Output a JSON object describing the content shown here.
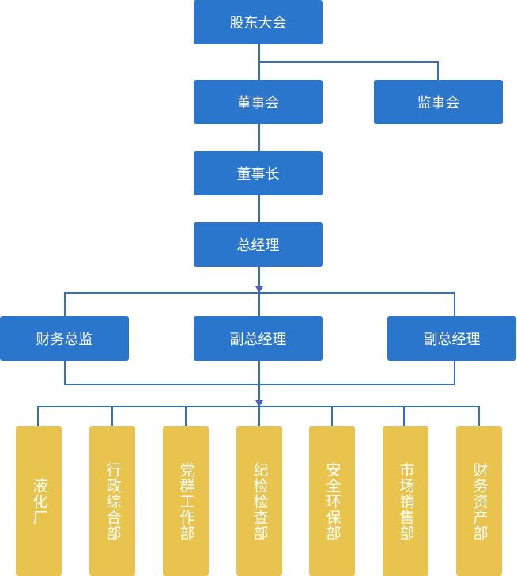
{
  "colors": {
    "manager_box": "#2a76cc",
    "department_box": "#e8c44e",
    "connector": "#2f72c4",
    "arrow": "#4a5fc1",
    "text": "#ffffff"
  },
  "org": {
    "shareholders": "股东大会",
    "board": "董事会",
    "supervisors": "监事会",
    "chairman": "董事长",
    "general_manager": "总经理",
    "executives": [
      "财务总监",
      "副总经理",
      "副总经理"
    ],
    "departments": [
      "液化厂",
      "行政综合部",
      "党群工作部",
      "纪检检查部",
      "安全环保部",
      "市场销售部",
      "财务资产部"
    ]
  }
}
